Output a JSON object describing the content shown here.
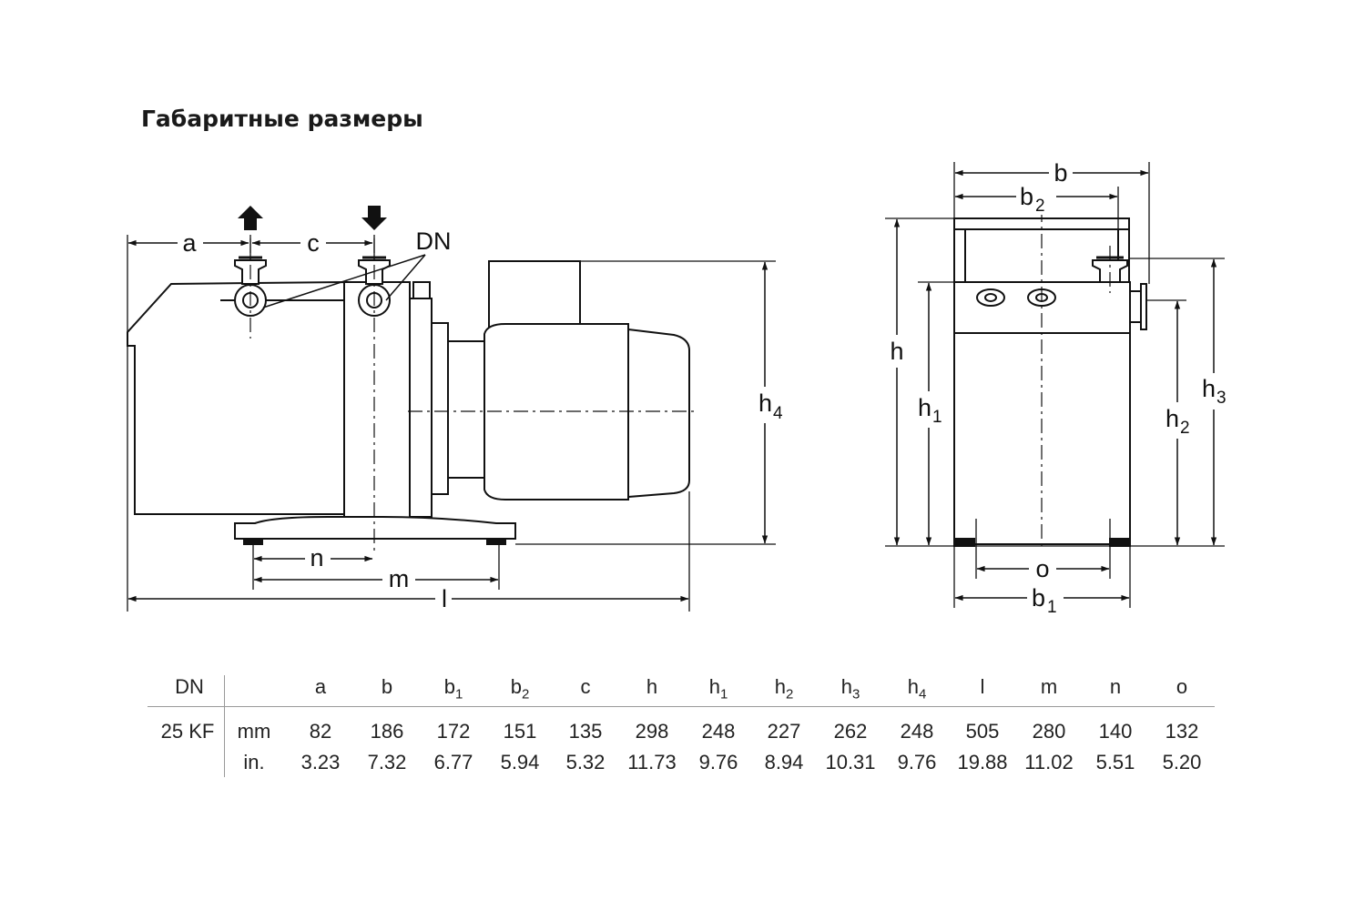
{
  "title": "Габаритные размеры",
  "drawing": {
    "labels": {
      "a": "a",
      "c": "c",
      "dn": "DN",
      "n": "n",
      "m": "m",
      "l": "l",
      "h4": "h",
      "h4_sub": "4",
      "b": "b",
      "b2": "b",
      "b2_sub": "2",
      "h": "h",
      "h1": "h",
      "h1_sub": "1",
      "h2": "h",
      "h2_sub": "2",
      "h3": "h",
      "h3_sub": "3",
      "o": "o",
      "b1": "b",
      "b1_sub": "1"
    }
  },
  "table": {
    "header": {
      "dn": "DN",
      "columns": [
        {
          "base": "a",
          "sub": ""
        },
        {
          "base": "b",
          "sub": ""
        },
        {
          "base": "b",
          "sub": "1"
        },
        {
          "base": "b",
          "sub": "2"
        },
        {
          "base": "c",
          "sub": ""
        },
        {
          "base": "h",
          "sub": ""
        },
        {
          "base": "h",
          "sub": "1"
        },
        {
          "base": "h",
          "sub": "2"
        },
        {
          "base": "h",
          "sub": "3"
        },
        {
          "base": "h",
          "sub": "4"
        },
        {
          "base": "l",
          "sub": ""
        },
        {
          "base": "m",
          "sub": ""
        },
        {
          "base": "n",
          "sub": ""
        },
        {
          "base": "o",
          "sub": ""
        }
      ]
    },
    "rows": [
      {
        "dn": "25 KF",
        "unit": "mm",
        "values": [
          "82",
          "186",
          "172",
          "151",
          "135",
          "298",
          "248",
          "227",
          "262",
          "248",
          "505",
          "280",
          "140",
          "132"
        ]
      },
      {
        "dn": "",
        "unit": "in.",
        "values": [
          "3.23",
          "7.32",
          "6.77",
          "5.94",
          "5.32",
          "11.73",
          "9.76",
          "8.94",
          "10.31",
          "9.76",
          "19.88",
          "11.02",
          "5.51",
          "5.20"
        ]
      }
    ]
  }
}
